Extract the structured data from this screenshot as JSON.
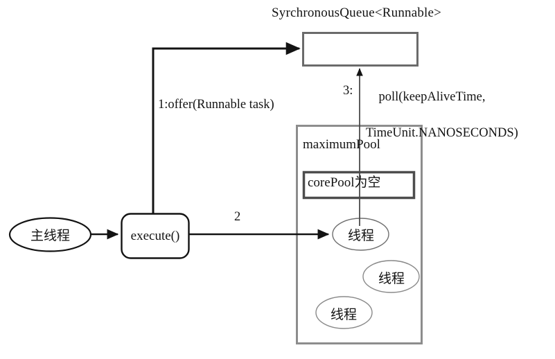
{
  "diagram": {
    "queue": {
      "title": "SyrchronousQueue<Runnable>",
      "box_fill": "#ffffff",
      "box_stroke": "#6b6b6b"
    },
    "edges": [
      {
        "id": "offer",
        "label": "1:offer(Runnable task)"
      },
      {
        "id": "execute-to-thread",
        "label": "2"
      },
      {
        "id": "poll",
        "index": "3:",
        "label_line1": "poll(keepAliveTime,",
        "label_line2": "TimeUnit.NANOSECONDS)"
      }
    ],
    "nodes": {
      "main_thread": "主线程",
      "execute": "execute()",
      "maximum_pool": "maximumPool",
      "core_pool": "corePool为空",
      "threads": [
        "线程",
        "线程",
        "线程"
      ]
    },
    "colors": {
      "stroke_dark": "#131313",
      "stroke_gray": "#6b6b6b",
      "stroke_light": "#9a9a9a",
      "background": "#ffffff"
    }
  }
}
